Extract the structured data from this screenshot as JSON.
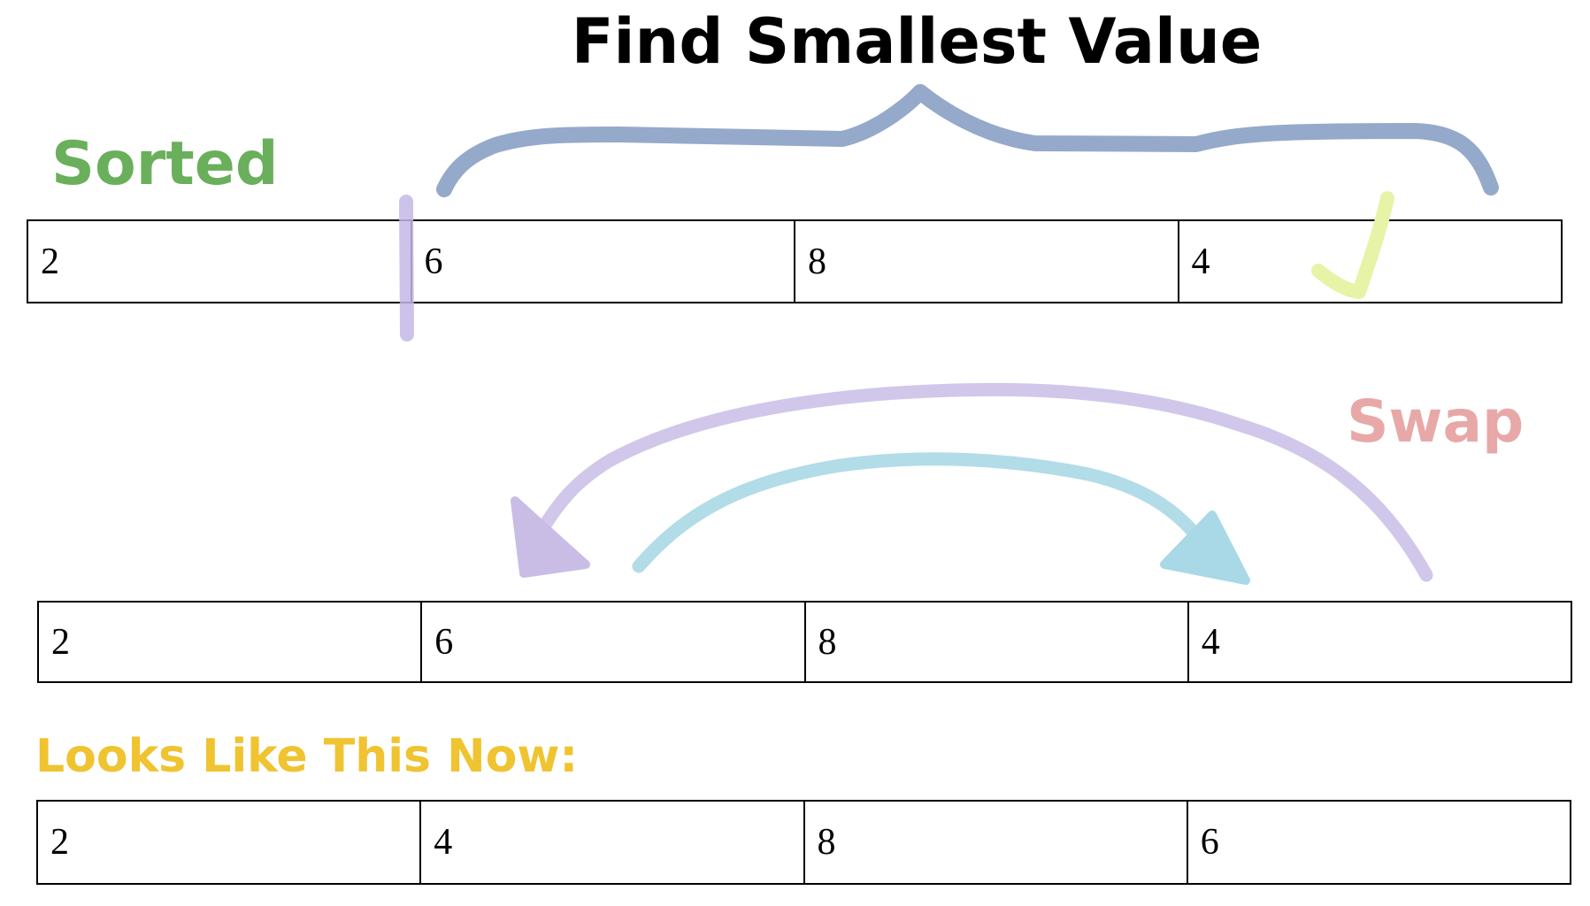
{
  "title": "Find Smallest Value",
  "sorted_label": "Sorted",
  "swap_label": "Swap",
  "result_label": "Looks Like This Now:",
  "colors": {
    "title": "#000000",
    "sorted": "#6aaf5b",
    "swap": "#e8a8a8",
    "result_label": "#f0c330",
    "brace": "#7b93bd",
    "divider": "#c4b8e6",
    "check": "#e7f3a6",
    "arrow_left": "#c9bde6",
    "arrow_right": "#a9d8e6"
  },
  "arrays": {
    "before": [
      "2",
      "6",
      "8",
      "4"
    ],
    "swap_step": [
      "2",
      "6",
      "8",
      "4"
    ],
    "after": [
      "2",
      "4",
      "8",
      "6"
    ]
  },
  "icons": [
    "curly-brace",
    "sorted-divider",
    "checkmark-icon",
    "swap-arrow-left",
    "swap-arrow-right"
  ]
}
